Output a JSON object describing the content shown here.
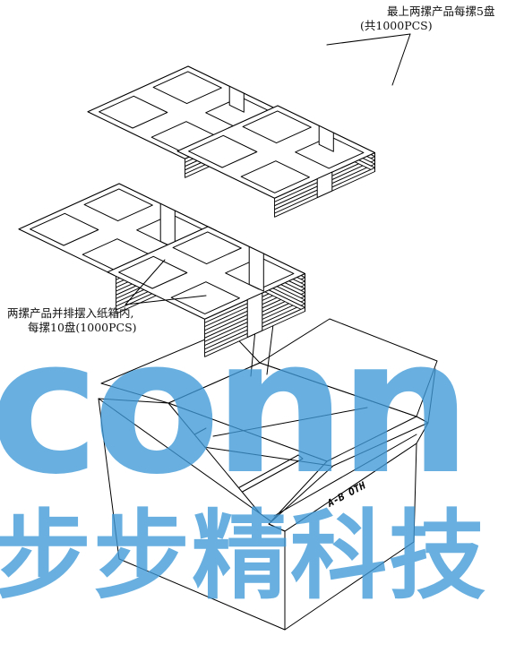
{
  "labels": {
    "top_line1": "最上两摞产品每摞5盘",
    "top_line2": "(共1000PCS)",
    "mid_line1": "两摞产品并排摆入纸箱内,",
    "mid_line2": "每摞10盘(1000PCS)",
    "box_mark": "A-B  OTH"
  },
  "watermark": {
    "latin": "conn",
    "cjk": "步步精科技",
    "color": "#3f9ad8"
  },
  "stacks": {
    "top_tray_count": 5,
    "middle_tray_count": 10
  }
}
